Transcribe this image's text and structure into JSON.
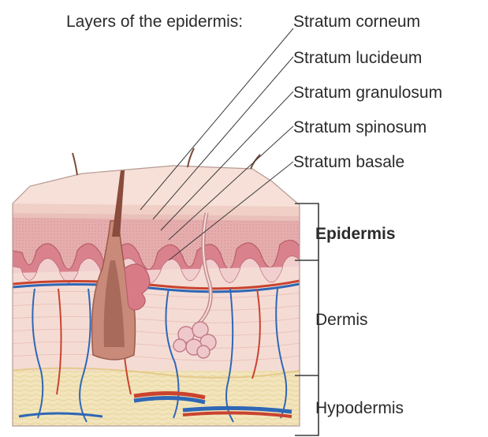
{
  "diagram": {
    "heading": "Layers of the epidermis:",
    "layers": [
      {
        "label": "Stratum corneum"
      },
      {
        "label": "Stratum lucideum"
      },
      {
        "label": "Stratum granulosum"
      },
      {
        "label": "Stratum spinosum"
      },
      {
        "label": "Stratum basale"
      }
    ],
    "regions": [
      {
        "label": "Epidermis",
        "emphasis": "bold"
      },
      {
        "label": "Dermis"
      },
      {
        "label": "Hypodermis"
      }
    ],
    "colors": {
      "corneum": "#f4dcd2",
      "epidermis": "#e3a2a4",
      "papillae": "#d97b86",
      "dermis": "#f4dcd5",
      "hypodermis": "#f1e3b8",
      "hair": "#8a4c3c",
      "artery": "#c9432f",
      "vein": "#2f67b5",
      "text": "#2b2b2b"
    }
  }
}
